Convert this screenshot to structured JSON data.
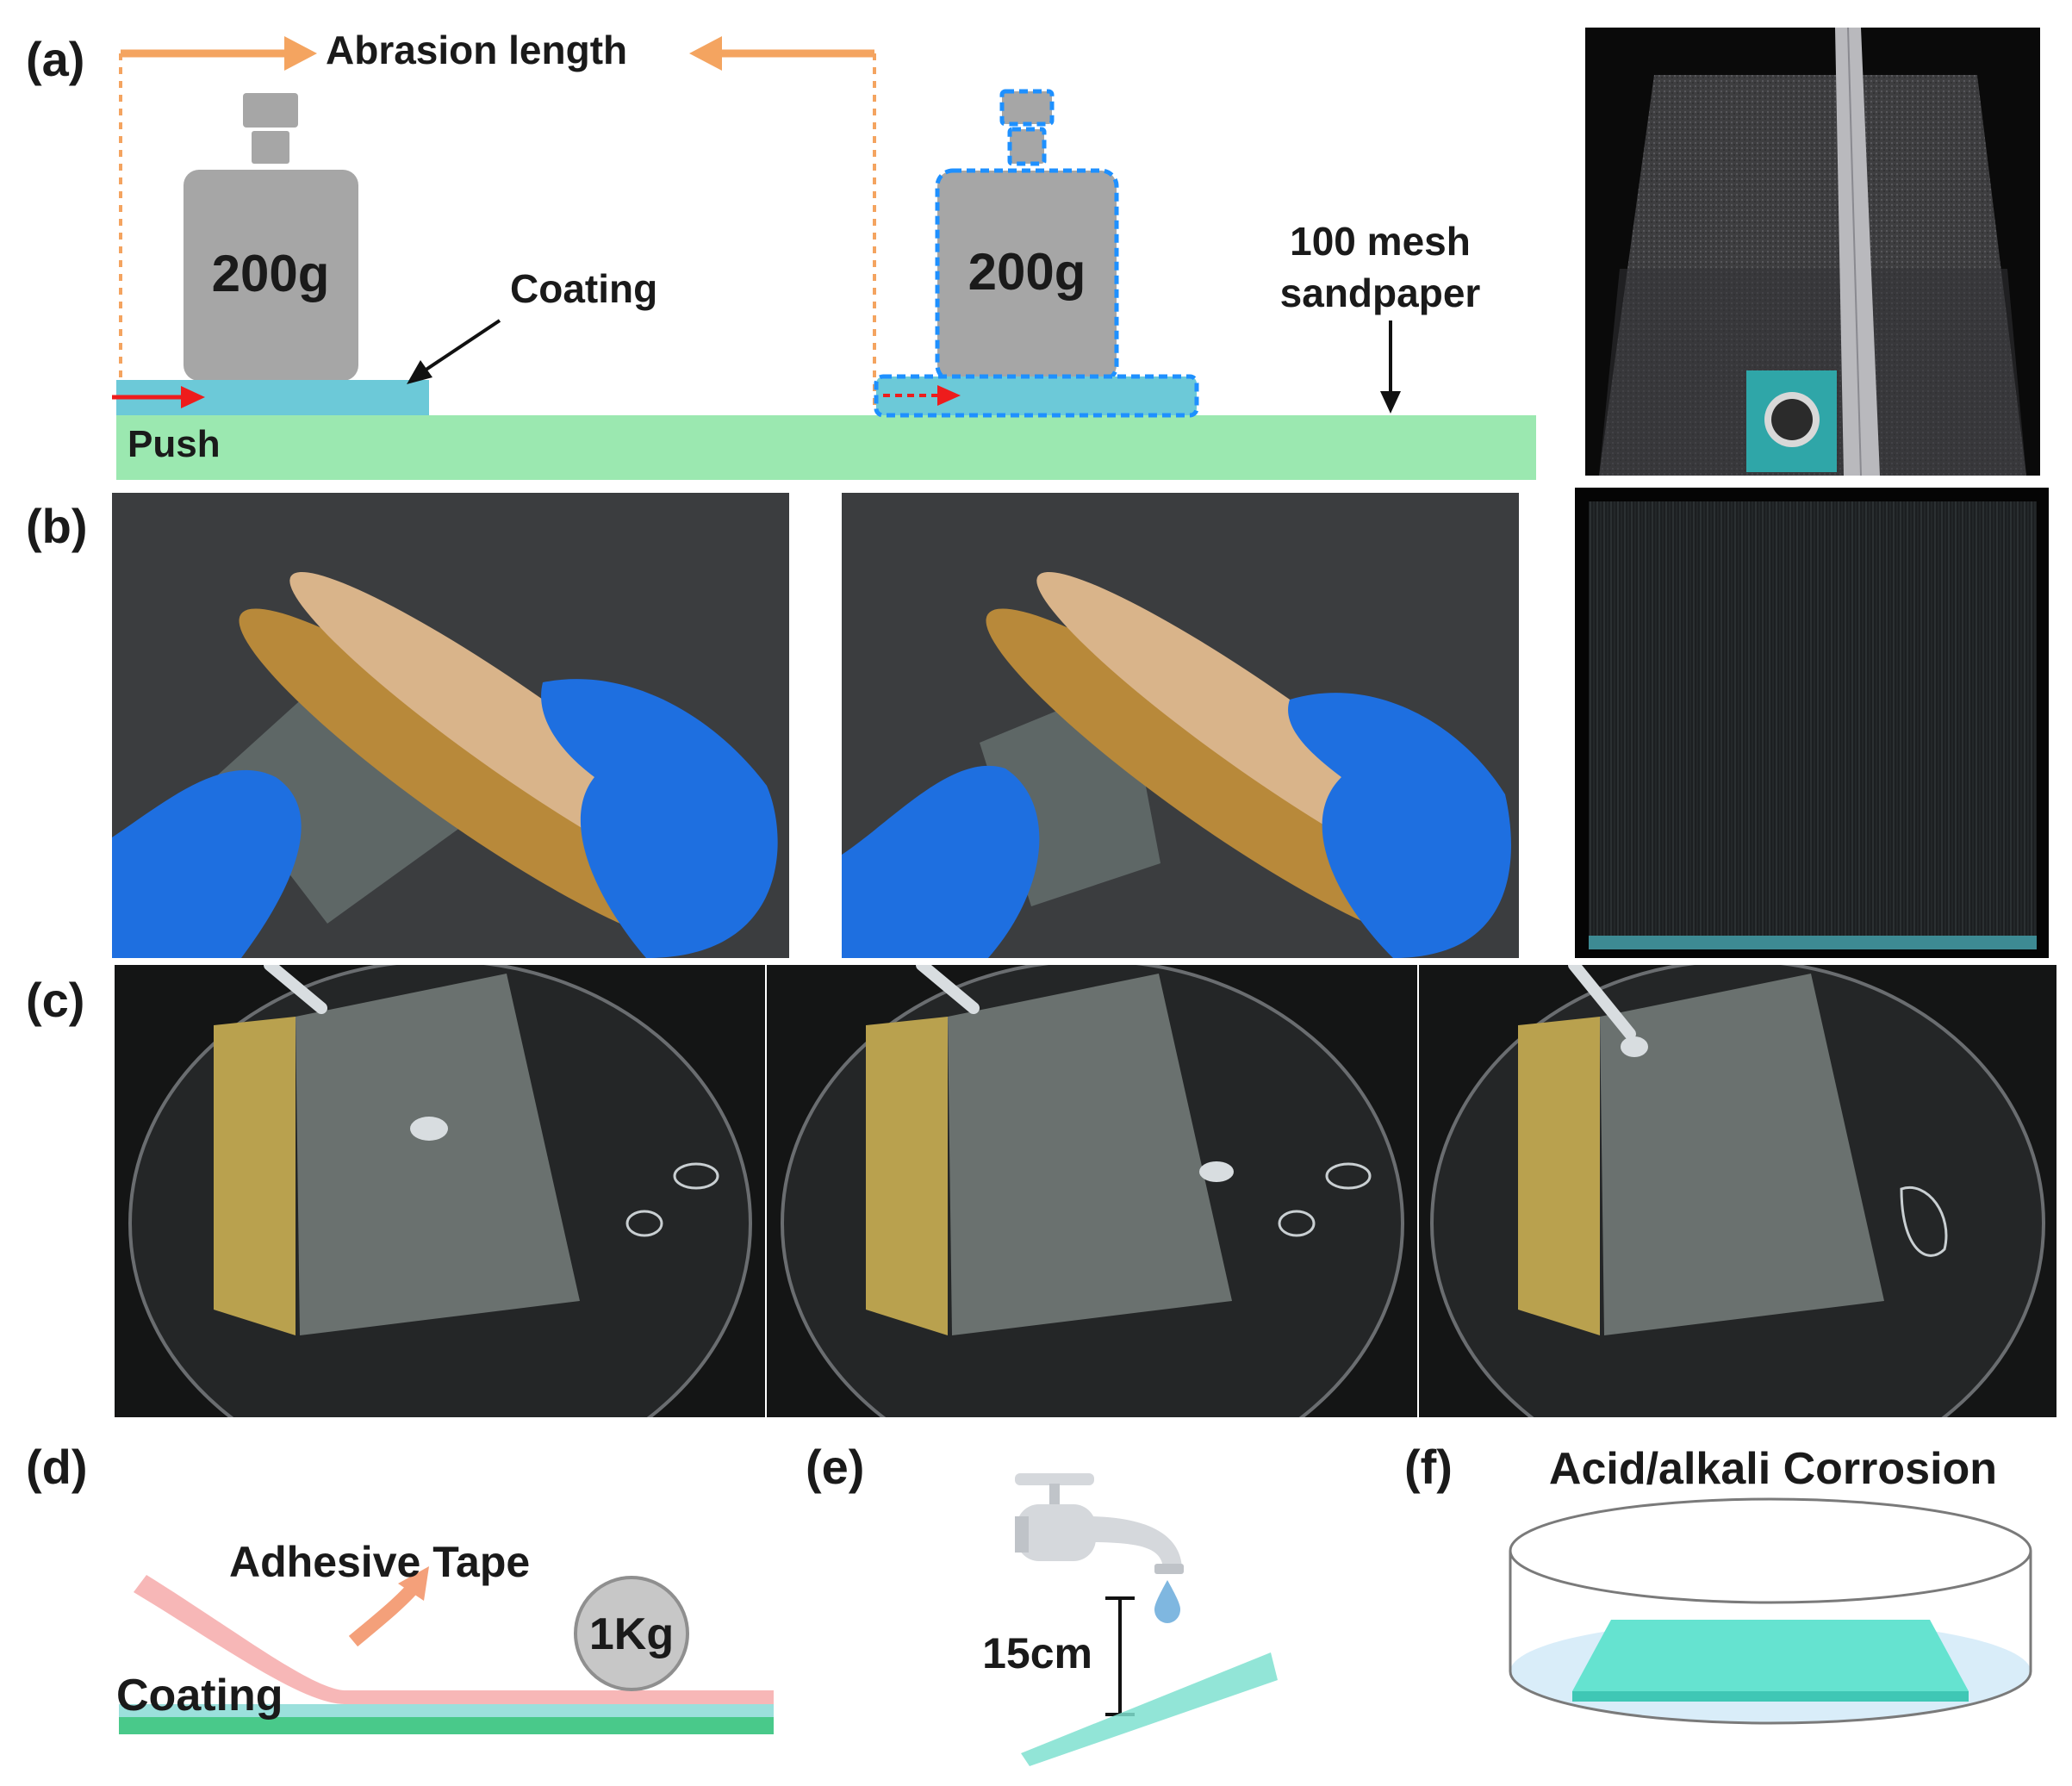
{
  "panels": {
    "a": {
      "label": "(a)",
      "abrasion_length": "Abrasion length",
      "weight_left": "200g",
      "weight_right": "200g",
      "coating": "Coating",
      "sandpaper_line1": "100 mesh",
      "sandpaper_line2": "sandpaper",
      "push": "Push"
    },
    "b": {
      "label": "(b)"
    },
    "c": {
      "label": "(c)"
    },
    "d": {
      "label": "(d)",
      "tape": "Adhesive Tape",
      "weight": "1Kg",
      "coating": "Coating"
    },
    "e": {
      "label": "(e)",
      "height": "15cm"
    },
    "f": {
      "label": "(f)",
      "title": "Acid/alkali Corrosion"
    }
  },
  "colors": {
    "orange_arrow": "#f4a460",
    "sandpaper_green": "#9be8b0",
    "coating_blue": "#6cc9d8",
    "dashed_blue": "#1e90ff",
    "weight_gray": "#a6a6a6",
    "glove_blue": "#1e6fe0"
  }
}
